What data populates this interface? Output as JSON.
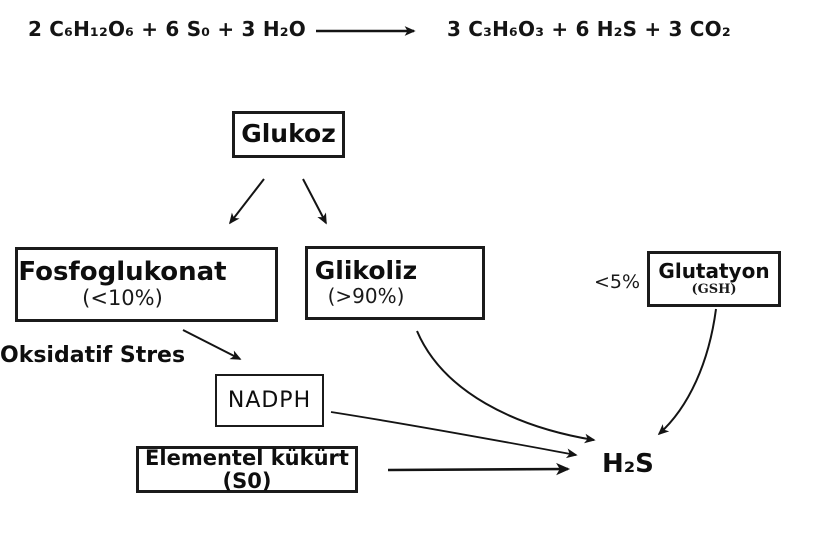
{
  "equation": {
    "reactants": "2 C₆H₁₂O₆ + 6 S₀ + 3 H₂O",
    "products": "3 C₃H₆O₃ + 6 H₂S + 3 CO₂"
  },
  "diagram": {
    "glukoz": {
      "label": "Glukoz"
    },
    "fosfoglukonat": {
      "label": "Fosfoglukonat",
      "percent": "(<10%)"
    },
    "glikoliz": {
      "label": "Glikoliz",
      "percent": "(>90%)"
    },
    "glutatyon": {
      "label": "Glutatyon",
      "abbrev": "(GSH)",
      "percent": "<5%"
    },
    "oksidatif_stres": {
      "label": "Oksidatif Stres"
    },
    "nadph": {
      "label": "NADPH"
    },
    "elementel_kukurt": {
      "label": "Elementel kükürt (S0)"
    },
    "h2s": {
      "label": "H₂S"
    }
  },
  "colors": {
    "ink": "#111111",
    "background": "#ffffff"
  }
}
